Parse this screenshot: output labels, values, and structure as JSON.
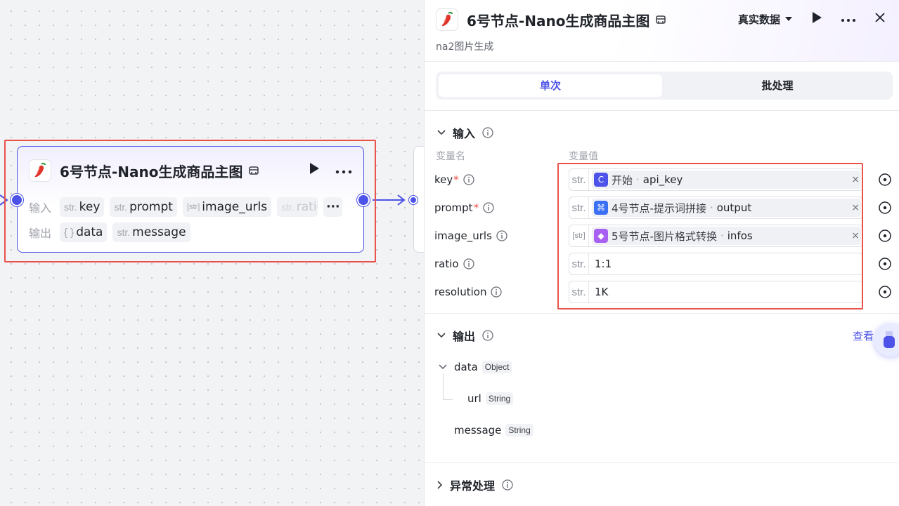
{
  "node": {
    "title": "6号节点-Nano生成商品主图",
    "input_label": "输入",
    "output_label": "输出",
    "inputs": [
      {
        "type": "str.",
        "name": "key"
      },
      {
        "type": "str.",
        "name": "prompt"
      },
      {
        "type": "[str]",
        "name": "image_urls"
      },
      {
        "type": "str.",
        "name": "ratio"
      }
    ],
    "more": "···",
    "outputs": [
      {
        "type": "{ }",
        "name": "data"
      },
      {
        "type": "str.",
        "name": "message"
      }
    ]
  },
  "panel": {
    "title": "6号节点-Nano生成商品主图",
    "subtitle": "na2图片生成",
    "mode": "真实数据",
    "tabs": [
      "单次",
      "批处理"
    ],
    "input_section": "输入",
    "col_name": "变量名",
    "col_value": "变量值",
    "rows": [
      {
        "name": "key",
        "required": "*",
        "type": "str.",
        "source": "开始",
        "field": "api_key",
        "icon_color": "#4d53e8",
        "icon_glyph": "C"
      },
      {
        "name": "prompt",
        "required": "*",
        "type": "str.",
        "source": "4号节点-提示词拼接",
        "field": "output",
        "icon_color": "#3b6ff5",
        "icon_glyph": "⌘"
      },
      {
        "name": "image_urls",
        "required": "",
        "type": "[str]",
        "source": "5号节点-图片格式转换",
        "field": "infos",
        "icon_color": "#a760f2",
        "icon_glyph": "◆"
      },
      {
        "name": "ratio",
        "required": "",
        "type": "str.",
        "value": "1:1"
      },
      {
        "name": "resolution",
        "required": "",
        "type": "str.",
        "value": "1K"
      }
    ],
    "output_section": "输出",
    "view_link": "查看",
    "outputs": {
      "data_name": "data",
      "data_type": "Object",
      "url_name": "url",
      "url_type": "String",
      "message_name": "message",
      "message_type": "String"
    },
    "exception_section": "异常处理",
    "sep": "·",
    "remove": "×"
  },
  "colors": {
    "accent": "#4d53e8",
    "highlight": "#e8524a"
  }
}
